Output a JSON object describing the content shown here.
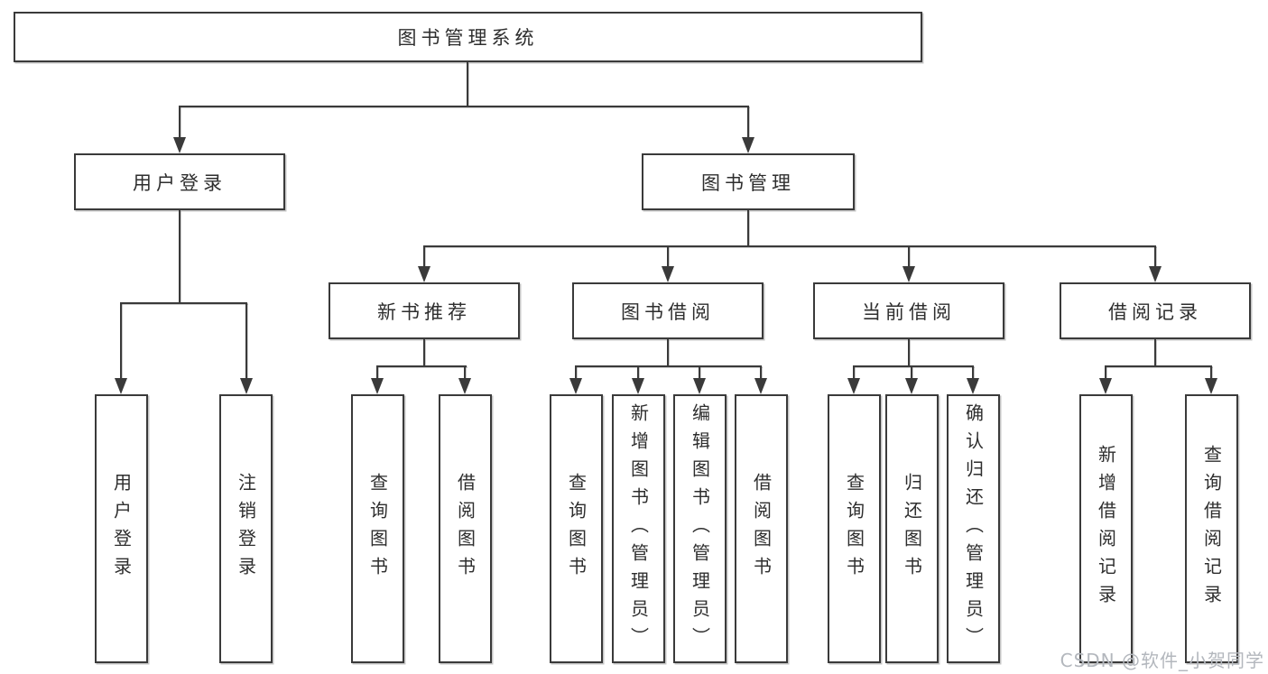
{
  "diagram_title": "图书管理系统",
  "nodes": {
    "root": "图书管理系统",
    "userLogin": "用户登录",
    "bookManagement": "图书管理",
    "newBookRecommend": "新书推荐",
    "bookBorrow": "图书借阅",
    "currentBorrow": "当前借阅",
    "borrowRecords": "借阅记录",
    "leafUserLogin": "用户登录",
    "leafLogout": "注销登录",
    "leafQueryBooksA": "查询图书",
    "leafBorrowBooksA": "借阅图书",
    "leafQueryBooksB": "查询图书",
    "leafAddBooks": "新增图书（管理员）",
    "leafEditBooks": "编辑图书（管理员）",
    "leafBorrowBooksB": "借阅图书",
    "leafQueryBooksC": "查询图书",
    "leafReturnBooks": "归还图书",
    "leafConfirmReturn": "确认归还（管理员）",
    "leafAddBorrowRecord": "新增借阅记录",
    "leafQueryBorrowRecord": "查询借阅记录"
  },
  "watermark": "CSDN @软件_小贺同学",
  "colors": {
    "line": "#3a3a3a",
    "text": "#2e2e2e",
    "background": "#ffffff",
    "watermark": "#b3b7bd"
  }
}
